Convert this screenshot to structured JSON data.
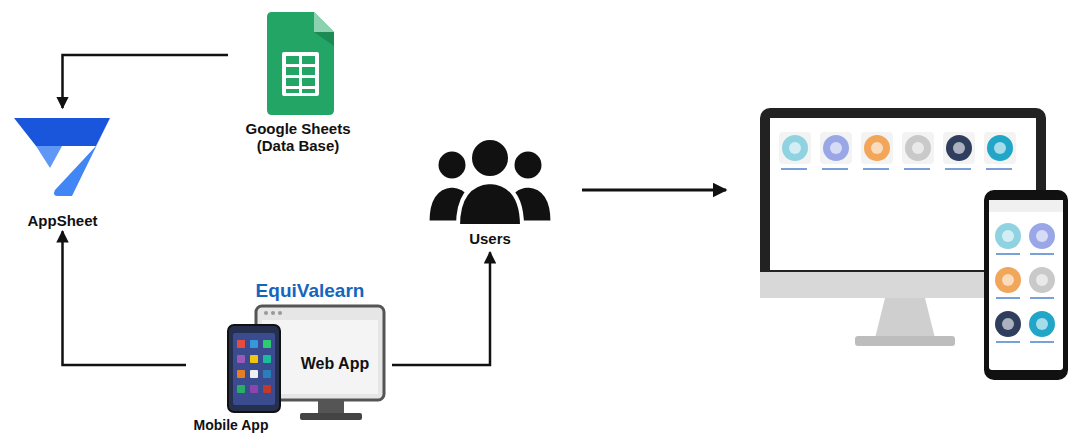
{
  "diagram": {
    "nodes": [
      {
        "text": [
          "Google Sheets (Data Base)"
        ]
      },
      {
        "text": [
          "AppSheet"
        ]
      },
      {
        "text": [
          "Users"
        ]
      },
      {
        "text": [
          "EquiValearn",
          "Web App",
          "Mobile App"
        ]
      }
    ],
    "edges": [
      {
        "from": 0,
        "to": 1,
        "arrow": "to"
      },
      {
        "from": 3,
        "to": 1,
        "arrow": "to"
      },
      {
        "from": 3,
        "to": 2,
        "arrow": "to"
      }
    ]
  }
}
